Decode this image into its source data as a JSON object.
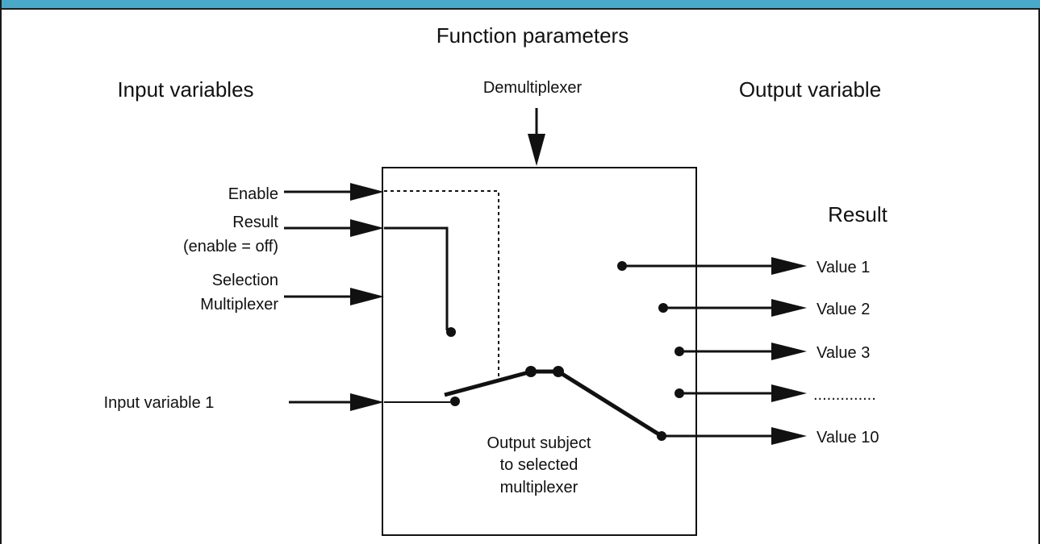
{
  "colors": {
    "title_bar": "#4aa9c9",
    "lines": "#111111",
    "background": "#ffffff"
  },
  "headings": {
    "function_parameters": "Function parameters",
    "input_variables": "Input variables",
    "output_variable": "Output variable",
    "result": "Result"
  },
  "block": {
    "parameter": "Demultiplexer"
  },
  "inputs": {
    "enable": "Enable",
    "result_line1": "Result",
    "result_line2": "(enable = off)",
    "selection_line1": "Selection",
    "selection_line2": "Multiplexer",
    "input_variable_1": "Input variable 1"
  },
  "note": {
    "line1": "Output subject",
    "line2": "to selected",
    "line3": "multiplexer"
  },
  "outputs": {
    "value_1": "Value 1",
    "value_2": "Value 2",
    "value_3": "Value 3",
    "ellipsis": "..............",
    "value_10": "Value 10"
  }
}
